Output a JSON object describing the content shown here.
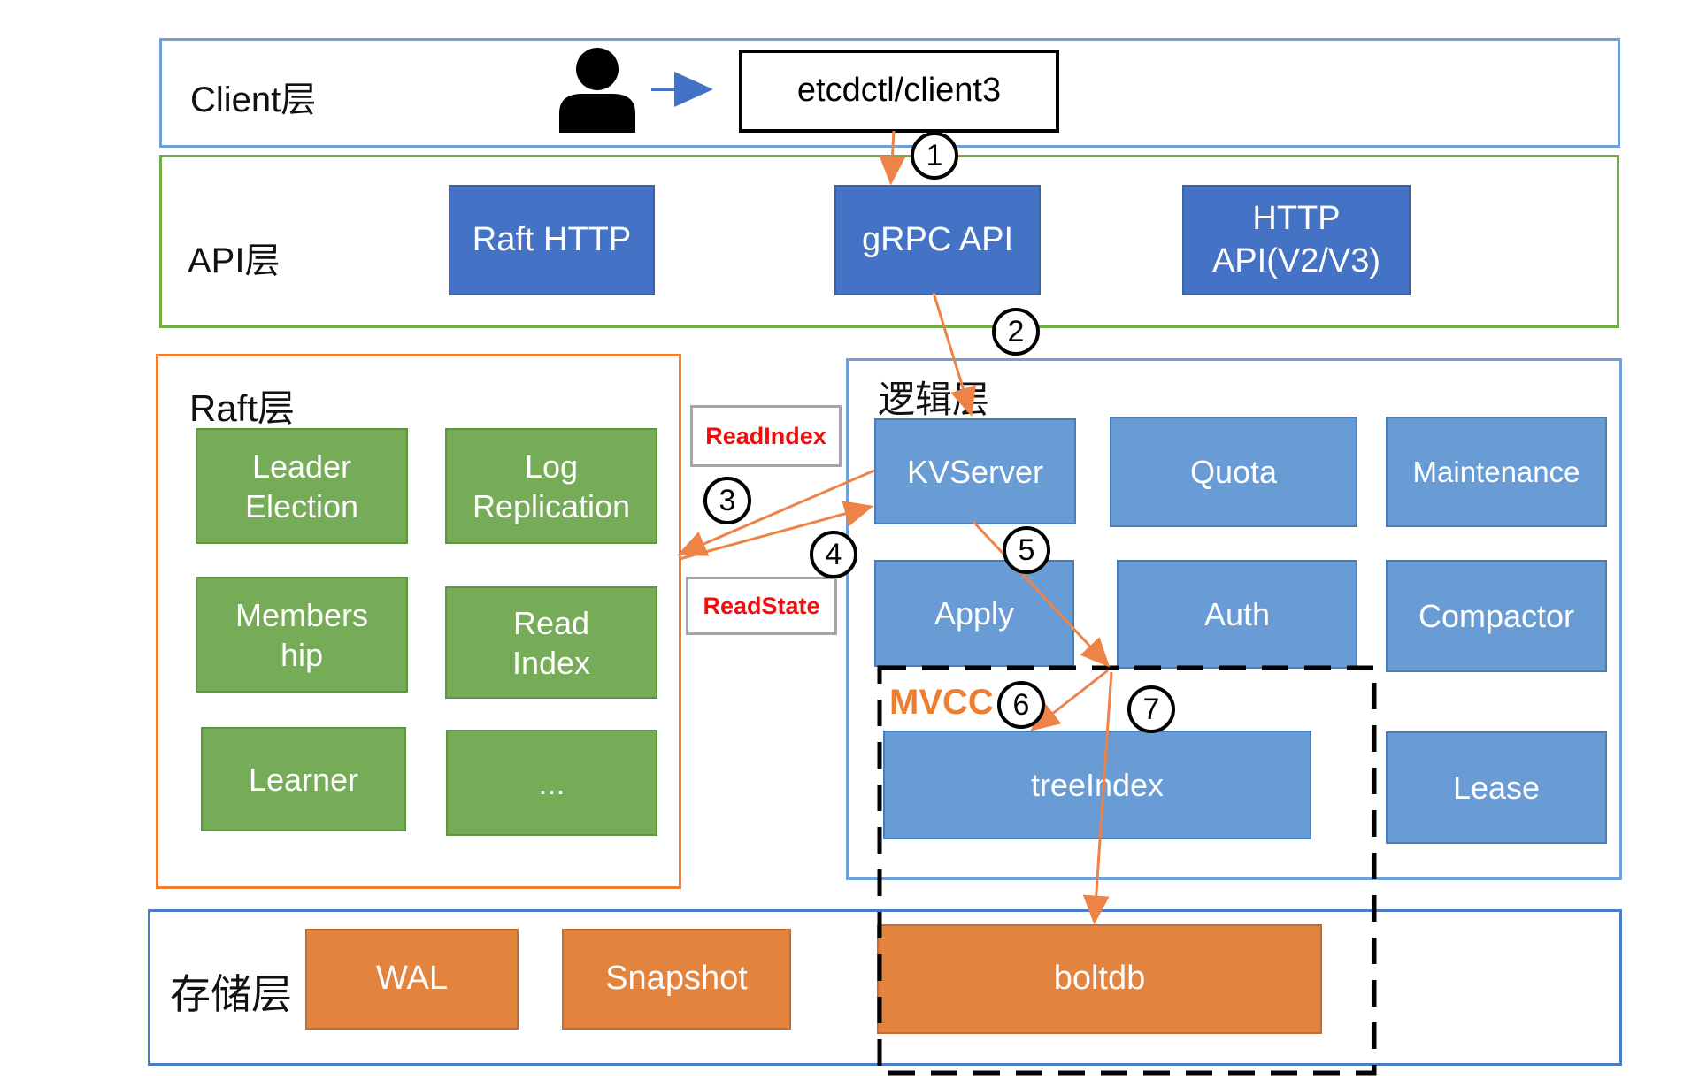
{
  "layers": {
    "client": {
      "label": "Client层"
    },
    "api": {
      "label": "API层"
    },
    "raft": {
      "label": "Raft层"
    },
    "logic": {
      "label": "逻辑层"
    },
    "storage": {
      "label": "存储层"
    }
  },
  "client": {
    "endpoint": "etcdctl/client3"
  },
  "api": {
    "raft_http": "Raft HTTP",
    "grpc": "gRPC API",
    "http_api": "HTTP\nAPI(V2/V3)"
  },
  "raft": {
    "leader_election": "Leader\nElection",
    "log_replication": "Log\nReplication",
    "membership": "Members\nhip",
    "read_index": "Read\nIndex",
    "learner": "Learner",
    "more": "..."
  },
  "annotations": {
    "read_index": "ReadIndex",
    "read_state": "ReadState"
  },
  "logic": {
    "kvserver": "KVServer",
    "quota": "Quota",
    "maintenance": "Maintenance",
    "apply": "Apply",
    "auth": "Auth",
    "compactor": "Compactor",
    "mvcc": "MVCC",
    "tree_index": "treeIndex",
    "lease": "Lease"
  },
  "storage": {
    "wal": "WAL",
    "snapshot": "Snapshot",
    "boltdb": "boltdb"
  },
  "steps": [
    "1",
    "2",
    "3",
    "4",
    "5",
    "6",
    "7"
  ],
  "colors": {
    "dark_blue_fill": "#4472c4",
    "light_blue_fill": "#699bd4",
    "green_fill": "#76ab58",
    "orange_fill": "#e2833e",
    "client_logic_border": "#6fa0d8",
    "api_border": "#70ad47",
    "raft_border": "#ed7d31",
    "storage_border": "#4d7cc7",
    "arrow_orange": "#ed8347",
    "arrow_blue": "#4472c4",
    "annotation_red": "#f20d0d",
    "mvcc_orange": "#ed7d31"
  }
}
